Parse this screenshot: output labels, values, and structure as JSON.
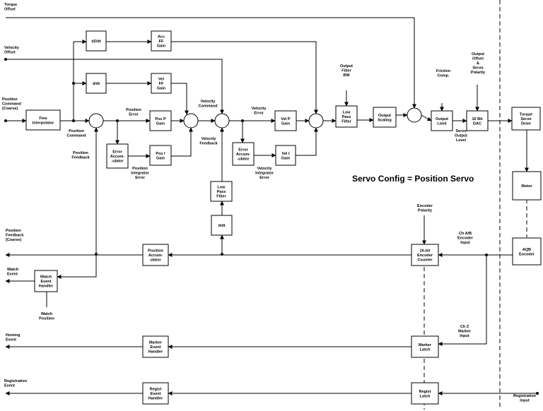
{
  "title": "Servo Config = Position Servo",
  "inputs": {
    "torque_offset": [
      "Torque",
      "Offset"
    ],
    "velocity_offset": [
      "Velocity",
      "Offset"
    ],
    "position_command": [
      "Position",
      "Command",
      "(Coarse)"
    ],
    "registration_input": [
      "Registration",
      "Input"
    ]
  },
  "outputs": {
    "position_feedback": [
      "Position",
      "Feedback",
      "(Coarse)"
    ],
    "watch_event": [
      "Watch",
      "Event"
    ],
    "homing_event": [
      "Homing",
      "Event"
    ],
    "registration_event": [
      "Registration",
      "Event"
    ]
  },
  "blocks": {
    "d2dt": [
      "d2/dt"
    ],
    "ddt1": [
      "d/dt"
    ],
    "acc_ff": [
      "Acc",
      "FF",
      "Gain"
    ],
    "vel_ff": [
      "Vel",
      "FF",
      "Gain"
    ],
    "interp": [
      "Fine",
      "Interpolator"
    ],
    "posp": [
      "Pos P",
      "Gain"
    ],
    "err_acc1": [
      "Error",
      "Accum-",
      "-ulator"
    ],
    "posi": [
      "Pos I",
      "Gain"
    ],
    "velp": [
      "Vel P",
      "Gain"
    ],
    "err_acc2": [
      "Error",
      "Accum-",
      "-ulator"
    ],
    "veli": [
      "Vel I",
      "Gain"
    ],
    "lpf1": [
      "Low",
      "Pass",
      "Filter"
    ],
    "ddt2": [
      "d/dt"
    ],
    "lpf2": [
      "Low",
      "Pass",
      "Filter"
    ],
    "out_scaling": [
      "Output",
      "Scaling"
    ],
    "out_limit": [
      "Output",
      "Limit"
    ],
    "dac": [
      "16 Bit",
      "DAC"
    ],
    "drive": [
      "Torque",
      "Servo",
      "Drive"
    ],
    "motor": [
      "Motor"
    ],
    "encoder": [
      "AQB",
      "Encoder"
    ],
    "enc_counter": [
      "16-bit",
      "Encoder",
      "Counter"
    ],
    "pos_acc": [
      "Position",
      "Accum-",
      "ulator"
    ],
    "watch_handler": [
      "Watch",
      "Event",
      "Handler"
    ],
    "marker_latch": [
      "Marker",
      "Latch"
    ],
    "marker_handler": [
      "Marker",
      "Event",
      "Handler"
    ],
    "regist_latch": [
      "Regist",
      "Latch"
    ],
    "regist_handler": [
      "Regist",
      "Event",
      "Handler"
    ]
  },
  "labels": {
    "position_command2": [
      "Position",
      "Command"
    ],
    "position_error": [
      "Position",
      "Error"
    ],
    "position_feedback2": [
      "Position",
      "Feedback"
    ],
    "position_integrator_error": [
      "Position",
      "Integrator",
      "Error"
    ],
    "velocity_command": [
      "Velocity",
      "Command"
    ],
    "velocity_feedback": [
      "Velocity",
      "Feedback"
    ],
    "velocity_error": [
      "Velocity",
      "Error"
    ],
    "velocity_integrator_error": [
      "Velocity",
      "Integrator",
      "Error"
    ],
    "output_filter_bw": [
      "Output",
      "Filter",
      "BW"
    ],
    "friction_comp": [
      "Friction",
      "Comp."
    ],
    "output_offset_polarity": [
      "Output",
      "Offset",
      "&",
      "Servo",
      "Polarity"
    ],
    "servo_output_level": [
      "Servo",
      "Output",
      "Level"
    ],
    "encoder_polarity": [
      "Encoder",
      "Polarity"
    ],
    "ch_ab_input": [
      "Ch A/B",
      "Encoder",
      "Input"
    ],
    "ch_z_input": [
      "Ch Z",
      "Marker",
      "Input"
    ],
    "watch_position": [
      "Watch",
      "Position"
    ]
  }
}
